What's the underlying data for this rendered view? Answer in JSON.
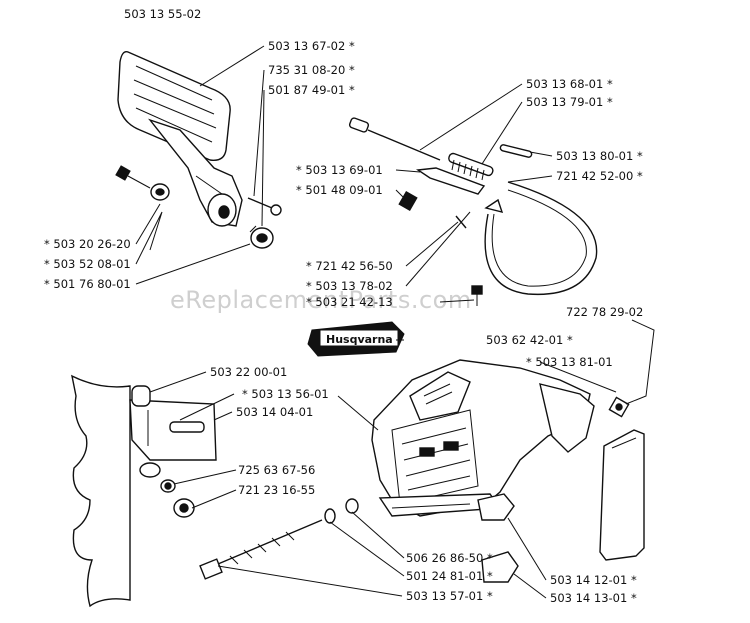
{
  "watermark": "eReplacementParts.com",
  "assembly_number": "503 13 55-02",
  "brand_badge": "Husqvarna",
  "labels": [
    "503 13 67-02  *",
    "735 31 08-20  *",
    "501 87 49-01  *",
    "503 13 68-01  *",
    "503 13 79-01  *",
    "503 13 80-01  *",
    "721 42 52-00  *",
    "*  503 13 69-01",
    "*  501 48 09-01",
    "*  503 20 26-20",
    "*  503 52 08-01",
    "*  501 76 80-01",
    "*  721 42 56-50",
    "*  503 13 78-02",
    "*  503 21 42-13",
    "722 78 29-02",
    "503 62 42-01  *",
    "*  503 13 81-01",
    "503 22 00-01",
    "*  503 13 56-01",
    "503 14 04-01",
    "725 63 67-56",
    "721 23 16-55",
    "506 26 86-50  *",
    "501 24 81-01  *",
    "503 13 57-01  *",
    "503 14 12-01  *",
    "503 14 13-01  *"
  ]
}
